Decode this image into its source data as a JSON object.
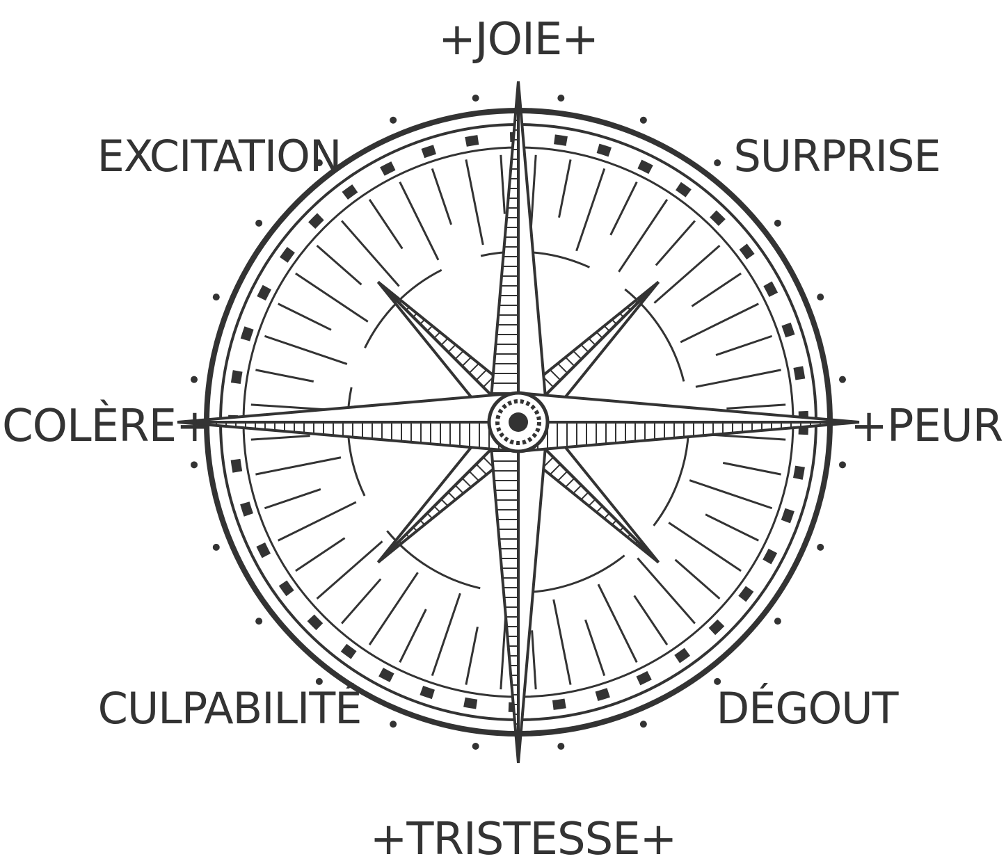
{
  "compass": {
    "north": "+JOIE+",
    "south": "+TRISTESSE+",
    "west": "+COLÈRE+",
    "east": "+PEUR+",
    "northwest": "EXCITATION",
    "northeast": "SURPRISE",
    "southwest": "CULPABILITÉ",
    "southeast": "DÉGOUT"
  },
  "style": {
    "ink_color": "#333333",
    "background": "#ffffff"
  }
}
